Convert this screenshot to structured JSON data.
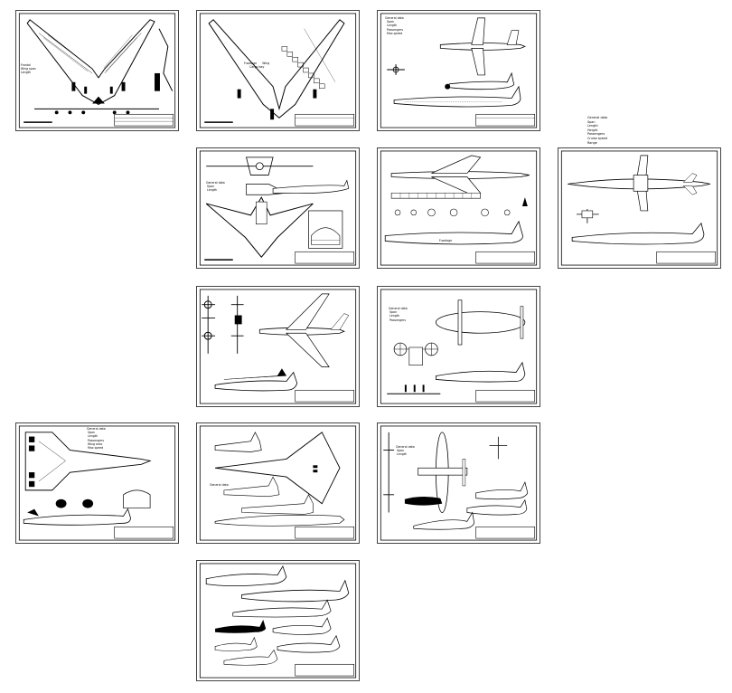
{
  "sheets": [
    {
      "id": "s1",
      "notes": [
        "Frontal",
        "Wing span",
        "Length"
      ]
    },
    {
      "id": "s2",
      "notes": [
        "Fuselage",
        "Wing",
        "Cargo bay"
      ]
    },
    {
      "id": "s3",
      "notes": [
        "General data",
        "Span",
        "Length",
        "Passengers",
        "Max speed"
      ]
    },
    {
      "id": "s4",
      "notes": [
        "General data",
        "Span",
        "Length"
      ]
    },
    {
      "id": "s5",
      "notes": [
        "Fuselage"
      ]
    },
    {
      "id": "s6",
      "notes": []
    },
    {
      "id": "s7",
      "notes": []
    },
    {
      "id": "s8",
      "notes": [
        "General data",
        "Span",
        "Length",
        "Passengers"
      ]
    },
    {
      "id": "s9",
      "notes": [
        "General data",
        "Span",
        "Length",
        "Passengers",
        "Wing area",
        "Max speed"
      ]
    },
    {
      "id": "s10",
      "notes": [
        "General data"
      ]
    },
    {
      "id": "s11",
      "notes": [
        "General data",
        "Span",
        "Length"
      ]
    },
    {
      "id": "s12",
      "notes": []
    }
  ],
  "floating_note": [
    "General data",
    "Span",
    "Length",
    "Height",
    "Passengers",
    "Cruise speed",
    "Range"
  ],
  "colors": {
    "ink": "#000000",
    "border": "#444444",
    "paper": "#ffffff"
  }
}
